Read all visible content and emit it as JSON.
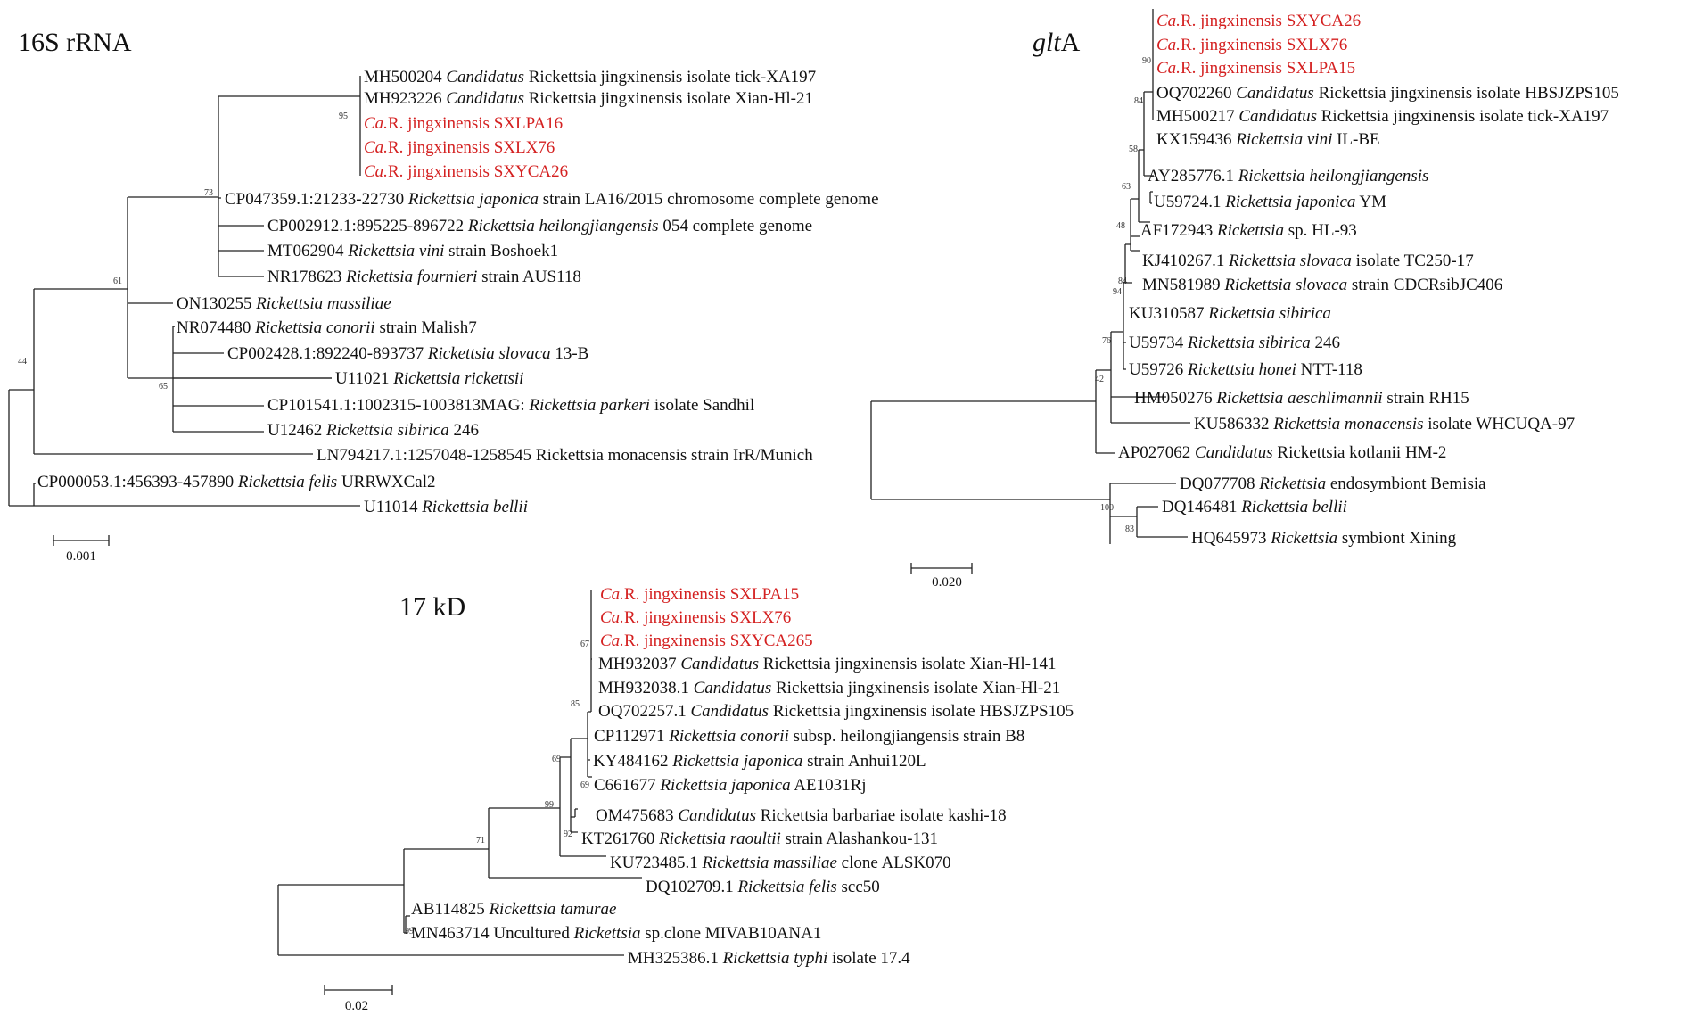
{
  "colors": {
    "highlight": "#d42020",
    "text": "#111111",
    "branch": "#222222"
  },
  "trees": [
    {
      "id": "16s",
      "title": "16S rRNA",
      "scale_label": "0.001",
      "bootstraps": [
        "95",
        "73",
        "61",
        "65",
        "44"
      ],
      "taxa": [
        {
          "highlight": false,
          "parts": [
            {
              "t": "MH500204 ",
              "i": false
            },
            {
              "t": "Candidatus",
              "i": true
            },
            {
              "t": " Rickettsia jingxinensis isolate tick-XA197",
              "i": false
            }
          ]
        },
        {
          "highlight": false,
          "parts": [
            {
              "t": "MH923226 ",
              "i": false
            },
            {
              "t": "Candidatus",
              "i": true
            },
            {
              "t": " Rickettsia jingxinensis isolate Xian-Hl-21",
              "i": false
            }
          ]
        },
        {
          "highlight": true,
          "parts": [
            {
              "t": "Ca.",
              "i": true
            },
            {
              "t": "R. jingxinensis SXLPA16",
              "i": false
            }
          ]
        },
        {
          "highlight": true,
          "parts": [
            {
              "t": "Ca.",
              "i": true
            },
            {
              "t": "R. jingxinensis SXLX76",
              "i": false
            }
          ]
        },
        {
          "highlight": true,
          "parts": [
            {
              "t": "Ca.",
              "i": true
            },
            {
              "t": "R. jingxinensis SXYCA26",
              "i": false
            }
          ]
        },
        {
          "highlight": false,
          "parts": [
            {
              "t": "CP047359.1:21233-22730 ",
              "i": false
            },
            {
              "t": "Rickettsia japonica",
              "i": true
            },
            {
              "t": " strain LA16/2015 chromosome complete genome",
              "i": false
            }
          ]
        },
        {
          "highlight": false,
          "parts": [
            {
              "t": "CP002912.1:895225-896722 ",
              "i": false
            },
            {
              "t": "Rickettsia heilongjiangensis",
              "i": true
            },
            {
              "t": " 054 complete genome",
              "i": false
            }
          ]
        },
        {
          "highlight": false,
          "parts": [
            {
              "t": "MT062904 ",
              "i": false
            },
            {
              "t": "Rickettsia vini",
              "i": true
            },
            {
              "t": " strain Boshoek1",
              "i": false
            }
          ]
        },
        {
          "highlight": false,
          "parts": [
            {
              "t": "NR178623 ",
              "i": false
            },
            {
              "t": "Rickettsia fournieri",
              "i": true
            },
            {
              "t": " strain AUS118",
              "i": false
            }
          ]
        },
        {
          "highlight": false,
          "parts": [
            {
              "t": "ON130255 ",
              "i": false
            },
            {
              "t": "Rickettsia massiliae",
              "i": true
            }
          ]
        },
        {
          "highlight": false,
          "parts": [
            {
              "t": "NR074480 ",
              "i": false
            },
            {
              "t": "Rickettsia conorii",
              "i": true
            },
            {
              "t": " strain Malish7",
              "i": false
            }
          ]
        },
        {
          "highlight": false,
          "parts": [
            {
              "t": "CP002428.1:892240-893737 ",
              "i": false
            },
            {
              "t": "Rickettsia slovaca",
              "i": true
            },
            {
              "t": " 13-B",
              "i": false
            }
          ]
        },
        {
          "highlight": false,
          "parts": [
            {
              "t": "U11021 ",
              "i": false
            },
            {
              "t": "Rickettsia rickettsii",
              "i": true
            }
          ]
        },
        {
          "highlight": false,
          "parts": [
            {
              "t": "CP101541.1:1002315-1003813MAG: ",
              "i": false
            },
            {
              "t": "Rickettsia parkeri",
              "i": true
            },
            {
              "t": " isolate Sandhil",
              "i": false
            }
          ]
        },
        {
          "highlight": false,
          "parts": [
            {
              "t": "U12462 ",
              "i": false
            },
            {
              "t": "Rickettsia sibirica",
              "i": true
            },
            {
              "t": " 246",
              "i": false
            }
          ]
        },
        {
          "highlight": false,
          "parts": [
            {
              "t": "LN794217.1:1257048-1258545 Rickettsia monacensis strain IrR/Munich",
              "i": false
            }
          ]
        },
        {
          "highlight": false,
          "parts": [
            {
              "t": "CP000053.1:456393-457890 ",
              "i": false
            },
            {
              "t": "Rickettsia felis",
              "i": true
            },
            {
              "t": " URRWXCal2",
              "i": false
            }
          ]
        },
        {
          "highlight": false,
          "parts": [
            {
              "t": "U11014 ",
              "i": false
            },
            {
              "t": "Rickettsia bellii",
              "i": true
            }
          ]
        }
      ]
    },
    {
      "id": "glta",
      "title_parts": [
        {
          "t": "glt",
          "i": true
        },
        {
          "t": "A",
          "i": false
        }
      ],
      "scale_label": "0.020",
      "bootstraps": [
        "90",
        "84",
        "58",
        "63",
        "48",
        "84",
        "94",
        "76",
        "42",
        "100",
        "83"
      ],
      "taxa": [
        {
          "highlight": true,
          "parts": [
            {
              "t": "Ca.",
              "i": true
            },
            {
              "t": "R. jingxinensis SXYCA26",
              "i": false
            }
          ]
        },
        {
          "highlight": true,
          "parts": [
            {
              "t": "Ca.",
              "i": true
            },
            {
              "t": "R. jingxinensis SXLX76",
              "i": false
            }
          ]
        },
        {
          "highlight": true,
          "parts": [
            {
              "t": "Ca.",
              "i": true
            },
            {
              "t": "R. jingxinensis SXLPA15",
              "i": false
            }
          ]
        },
        {
          "highlight": false,
          "parts": [
            {
              "t": "OQ702260 ",
              "i": false
            },
            {
              "t": "Candidatus",
              "i": true
            },
            {
              "t": " Rickettsia jingxinensis isolate HBSJZPS105",
              "i": false
            }
          ]
        },
        {
          "highlight": false,
          "parts": [
            {
              "t": "MH500217 ",
              "i": false
            },
            {
              "t": "Candidatus",
              "i": true
            },
            {
              "t": " Rickettsia jingxinensis isolate tick-XA197",
              "i": false
            }
          ]
        },
        {
          "highlight": false,
          "parts": [
            {
              "t": "KX159436 ",
              "i": false
            },
            {
              "t": "Rickettsia vini",
              "i": true
            },
            {
              "t": " IL-BE",
              "i": false
            }
          ]
        },
        {
          "highlight": false,
          "parts": [
            {
              "t": "AY285776.1 ",
              "i": false
            },
            {
              "t": "Rickettsia heilongjiangensis",
              "i": true
            }
          ]
        },
        {
          "highlight": false,
          "parts": [
            {
              "t": "U59724.1 ",
              "i": false
            },
            {
              "t": "Rickettsia japonica",
              "i": true
            },
            {
              "t": " YM",
              "i": false
            }
          ]
        },
        {
          "highlight": false,
          "parts": [
            {
              "t": "AF172943 ",
              "i": false
            },
            {
              "t": "Rickettsia",
              "i": true
            },
            {
              "t": " sp. HL-93",
              "i": false
            }
          ]
        },
        {
          "highlight": false,
          "parts": [
            {
              "t": "KJ410267.1 ",
              "i": false
            },
            {
              "t": "Rickettsia slovaca",
              "i": true
            },
            {
              "t": " isolate TC250-17",
              "i": false
            }
          ]
        },
        {
          "highlight": false,
          "parts": [
            {
              "t": "MN581989 ",
              "i": false
            },
            {
              "t": "Rickettsia slovaca",
              "i": true
            },
            {
              "t": " strain CDCRsibJC406",
              "i": false
            }
          ]
        },
        {
          "highlight": false,
          "parts": [
            {
              "t": "KU310587 ",
              "i": false
            },
            {
              "t": "Rickettsia sibirica",
              "i": true
            }
          ]
        },
        {
          "highlight": false,
          "parts": [
            {
              "t": "U59734 ",
              "i": false
            },
            {
              "t": "Rickettsia sibirica",
              "i": true
            },
            {
              "t": " 246",
              "i": false
            }
          ]
        },
        {
          "highlight": false,
          "parts": [
            {
              "t": "U59726 ",
              "i": false
            },
            {
              "t": "Rickettsia honei",
              "i": true
            },
            {
              "t": " NTT-118",
              "i": false
            }
          ]
        },
        {
          "highlight": false,
          "parts": [
            {
              "t": "HM050276 ",
              "i": false
            },
            {
              "t": "Rickettsia aeschlimannii",
              "i": true
            },
            {
              "t": " strain RH15",
              "i": false
            }
          ]
        },
        {
          "highlight": false,
          "parts": [
            {
              "t": "KU586332 ",
              "i": false
            },
            {
              "t": "Rickettsia monacensis",
              "i": true
            },
            {
              "t": " isolate WHCUQA-97",
              "i": false
            }
          ]
        },
        {
          "highlight": false,
          "parts": [
            {
              "t": "AP027062 ",
              "i": false
            },
            {
              "t": "Candidatus",
              "i": true
            },
            {
              "t": " Rickettsia kotlanii HM-2",
              "i": false
            }
          ]
        },
        {
          "highlight": false,
          "parts": [
            {
              "t": "DQ077708 ",
              "i": false
            },
            {
              "t": "Rickettsia",
              "i": true
            },
            {
              "t": " endosymbiont Bemisia",
              "i": false
            }
          ]
        },
        {
          "highlight": false,
          "parts": [
            {
              "t": "DQ146481 ",
              "i": false
            },
            {
              "t": "Rickettsia bellii",
              "i": true
            }
          ]
        },
        {
          "highlight": false,
          "parts": [
            {
              "t": "HQ645973 ",
              "i": false
            },
            {
              "t": "Rickettsia",
              "i": true
            },
            {
              "t": " symbiont Xining",
              "i": false
            }
          ]
        }
      ]
    },
    {
      "id": "17kd",
      "title": "17 kD",
      "scale_label": "0.02",
      "bootstraps": [
        "67",
        "85",
        "69",
        "69",
        "99",
        "92",
        "71",
        "99"
      ],
      "taxa": [
        {
          "highlight": true,
          "parts": [
            {
              "t": "Ca.",
              "i": true
            },
            {
              "t": "R. jingxinensis SXLPA15",
              "i": false
            }
          ]
        },
        {
          "highlight": true,
          "parts": [
            {
              "t": "Ca.",
              "i": true
            },
            {
              "t": "R. jingxinensis SXLX76",
              "i": false
            }
          ]
        },
        {
          "highlight": true,
          "parts": [
            {
              "t": "Ca.",
              "i": true
            },
            {
              "t": "R. jingxinensis SXYCA265",
              "i": false
            }
          ]
        },
        {
          "highlight": false,
          "parts": [
            {
              "t": "MH932037 ",
              "i": false
            },
            {
              "t": "Candidatus",
              "i": true
            },
            {
              "t": " Rickettsia jingxinensis isolate Xian-Hl-141",
              "i": false
            }
          ]
        },
        {
          "highlight": false,
          "parts": [
            {
              "t": "MH932038.1 ",
              "i": false
            },
            {
              "t": "Candidatus",
              "i": true
            },
            {
              "t": " Rickettsia jingxinensis isolate Xian-Hl-21",
              "i": false
            }
          ]
        },
        {
          "highlight": false,
          "parts": [
            {
              "t": "OQ702257.1 ",
              "i": false
            },
            {
              "t": "Candidatus",
              "i": true
            },
            {
              "t": " Rickettsia jingxinensis isolate HBSJZPS105",
              "i": false
            }
          ]
        },
        {
          "highlight": false,
          "parts": [
            {
              "t": "CP112971 ",
              "i": false
            },
            {
              "t": "Rickettsia conorii",
              "i": true
            },
            {
              "t": " subsp. heilongjiangensis strain B8",
              "i": false
            }
          ]
        },
        {
          "highlight": false,
          "parts": [
            {
              "t": "KY484162 ",
              "i": false
            },
            {
              "t": "Rickettsia japonica",
              "i": true
            },
            {
              "t": " strain Anhui120L",
              "i": false
            }
          ]
        },
        {
          "highlight": false,
          "parts": [
            {
              "t": "C661677 ",
              "i": false
            },
            {
              "t": "Rickettsia japonica",
              "i": true
            },
            {
              "t": " AE1031Rj",
              "i": false
            }
          ]
        },
        {
          "highlight": false,
          "parts": [
            {
              "t": "OM475683 ",
              "i": false
            },
            {
              "t": "Candidatus",
              "i": true
            },
            {
              "t": " Rickettsia barbariae isolate kashi-18",
              "i": false
            }
          ]
        },
        {
          "highlight": false,
          "parts": [
            {
              "t": "KT261760 ",
              "i": false
            },
            {
              "t": "Rickettsia raoultii",
              "i": true
            },
            {
              "t": " strain Alashankou-131",
              "i": false
            }
          ]
        },
        {
          "highlight": false,
          "parts": [
            {
              "t": "KU723485.1 ",
              "i": false
            },
            {
              "t": "Rickettsia massiliae",
              "i": true
            },
            {
              "t": " clone ALSK070",
              "i": false
            }
          ]
        },
        {
          "highlight": false,
          "parts": [
            {
              "t": "DQ102709.1 ",
              "i": false
            },
            {
              "t": "Rickettsia felis",
              "i": true
            },
            {
              "t": " scc50",
              "i": false
            }
          ]
        },
        {
          "highlight": false,
          "parts": [
            {
              "t": "AB114825 ",
              "i": false
            },
            {
              "t": "Rickettsia tamurae",
              "i": true
            }
          ]
        },
        {
          "highlight": false,
          "parts": [
            {
              "t": "MN463714 Uncultured ",
              "i": false
            },
            {
              "t": "Rickettsia",
              "i": true
            },
            {
              "t": " sp.clone MIVAB10ANA1",
              "i": false
            }
          ]
        },
        {
          "highlight": false,
          "parts": [
            {
              "t": "MH325386.1 ",
              "i": false
            },
            {
              "t": "Rickettsia typhi",
              "i": true
            },
            {
              "t": " isolate 17.4",
              "i": false
            }
          ]
        }
      ]
    }
  ]
}
